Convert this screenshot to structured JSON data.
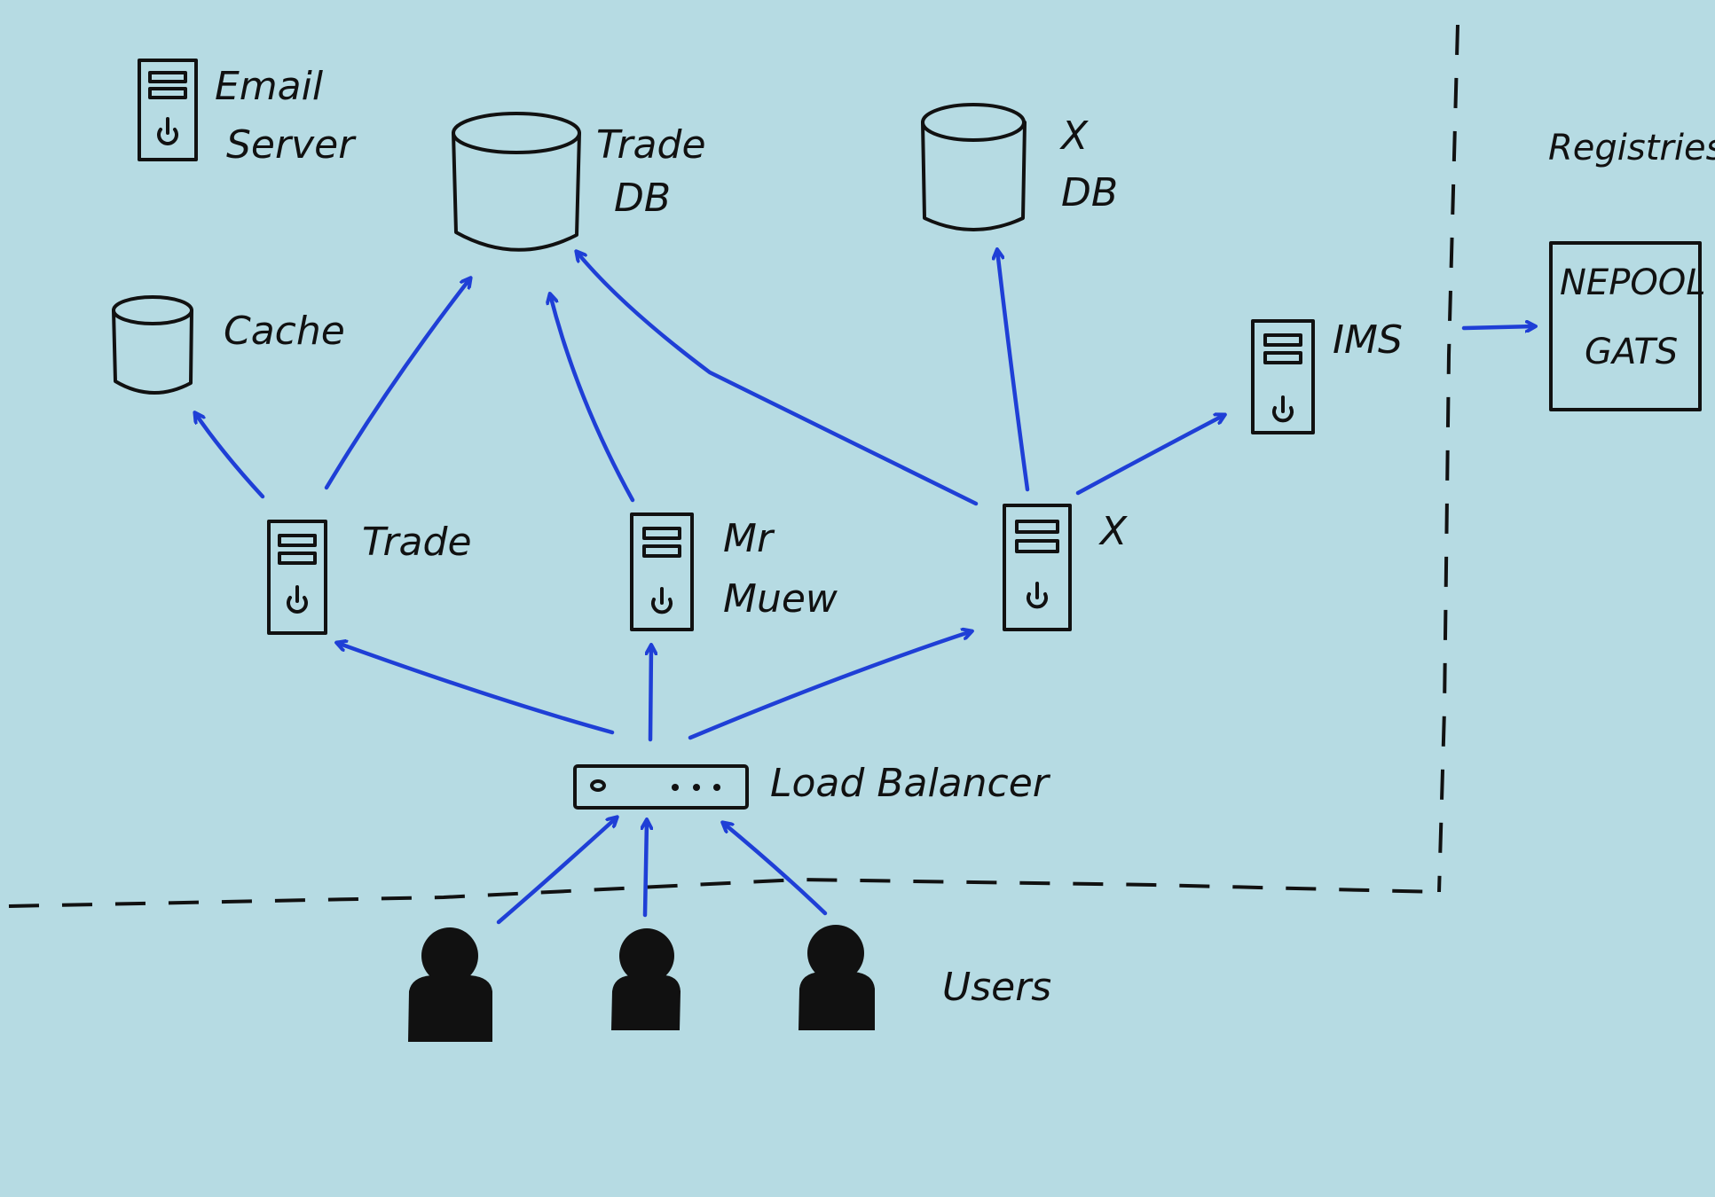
{
  "nodes": {
    "email_server": {
      "label_line1": "Email",
      "label_line2": "Server"
    },
    "trade_db": {
      "label_line1": "Trade",
      "label_line2": "DB"
    },
    "x_db": {
      "label_line1": "X",
      "label_line2": "DB"
    },
    "cache": {
      "label": "Cache"
    },
    "ims": {
      "label": "IMS"
    },
    "registries": {
      "label": "Registries"
    },
    "nepool_gats": {
      "label_line1": "NEPOOL",
      "label_line2": "GATS"
    },
    "trade_server": {
      "label": "Trade"
    },
    "mr_muew": {
      "label_line1": "Mr",
      "label_line2": "Muew"
    },
    "x_server": {
      "label": "X"
    },
    "load_balancer": {
      "label": "Load Balancer"
    },
    "users": {
      "label": "Users"
    }
  },
  "colors": {
    "background": "#b6dbe3",
    "ink": "#111111",
    "arrow": "#1f3fd6"
  }
}
